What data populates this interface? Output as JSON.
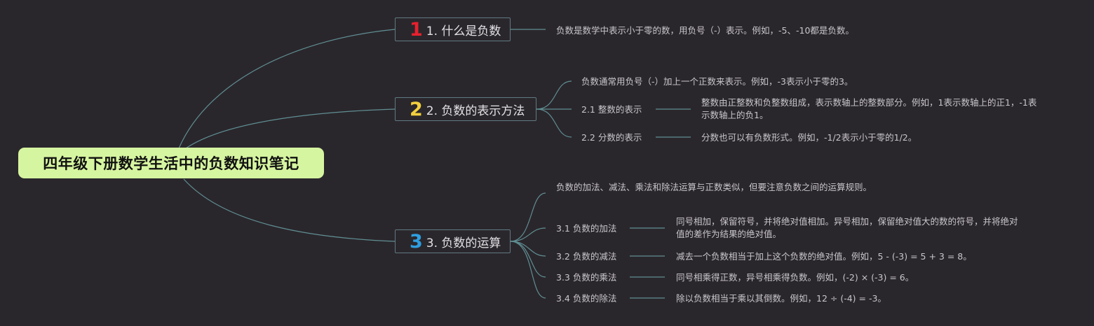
{
  "root": {
    "title": "四年级下册数学生活中的负数知识笔记"
  },
  "branches": [
    {
      "number": "1",
      "number_color": "#e8202e",
      "title": "1. 什么是负数",
      "note": "负数是数学中表示小于零的数，用负号（-）表示。例如，-5、-10都是负数。"
    },
    {
      "number": "2",
      "number_color": "#f2cf3e",
      "title": "2. 负数的表示方法",
      "note": "负数通常用负号（-）加上一个正数来表示。例如，-3表示小于零的3。",
      "children": [
        {
          "title": "2.1 整数的表示",
          "note": "整数由正整数和负整数组成，表示数轴上的整数部分。例如，1表示数轴上的正1，-1表示数轴上的负1。"
        },
        {
          "title": "2.2 分数的表示",
          "note": "分数也可以有负数形式。例如，-1/2表示小于零的1/2。"
        }
      ]
    },
    {
      "number": "3",
      "number_color": "#2f9ee0",
      "title": "3. 负数的运算",
      "note": "负数的加法、减法、乘法和除法运算与正数类似，但要注意负数之间的运算规则。",
      "children": [
        {
          "title": "3.1 负数的加法",
          "note": "同号相加，保留符号，并将绝对值相加。异号相加，保留绝对值大的数的符号，并将绝对值的差作为结果的绝对值。"
        },
        {
          "title": "3.2 负数的减法",
          "note": "减去一个负数相当于加上这个负数的绝对值。例如，5 - (-3) = 5 + 3 = 8。"
        },
        {
          "title": "3.3 负数的乘法",
          "note": "同号相乘得正数，异号相乘得负数。例如，(-2) × (-3) = 6。"
        },
        {
          "title": "3.4 负数的除法",
          "note": "除以负数相当于乘以其倒数。例如，12 ÷ (-4) = -3。"
        }
      ]
    }
  ],
  "colors": {
    "background": "#2a272c",
    "root_fill": "#d6f5a0",
    "edge": "#5f8f93"
  }
}
